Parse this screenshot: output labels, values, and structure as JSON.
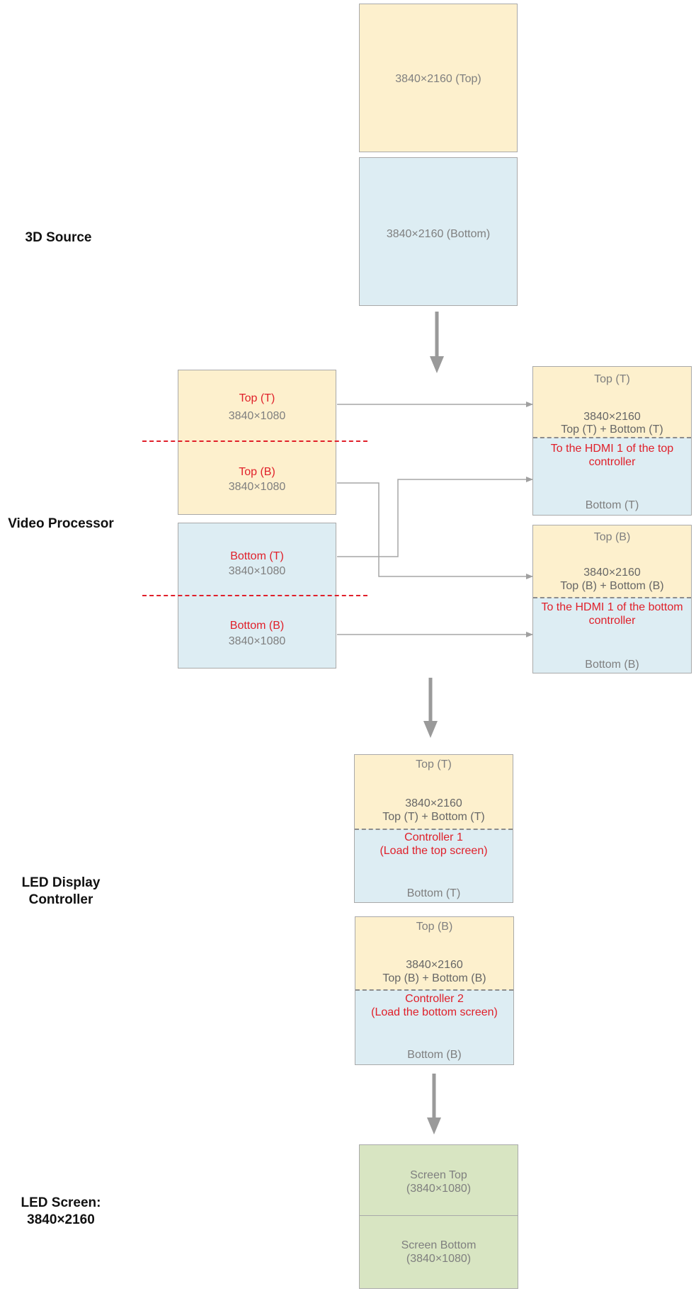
{
  "colors": {
    "top_fill": "#fdf0cd",
    "bottom_fill": "#ddedf3",
    "screen_fill": "#d8e5c2",
    "label_red": "#e0202a",
    "text_grey": "#7f7f7f",
    "border": "#a9a9a9",
    "arrow": "#9a9a9a"
  },
  "stages": {
    "source": "3D Source",
    "processor": "Video Processor",
    "controller": "LED Display Controller",
    "screen_line1": "LED Screen:",
    "screen_line2": "3840×2160"
  },
  "source": {
    "top": "3840×2160 (Top)",
    "bottom": "3840×2160 (Bottom)"
  },
  "processor_inputs": {
    "top_t_label": "Top (T)",
    "top_t_res": "3840×1080",
    "top_b_label": "Top (B)",
    "top_b_res": "3840×1080",
    "bottom_t_label": "Bottom (T)",
    "bottom_t_res": "3840×1080",
    "bottom_b_label": "Bottom (B)",
    "bottom_b_res": "3840×1080"
  },
  "processor_outputs": {
    "out1": {
      "top": "Top (T)",
      "res": "3840×2160",
      "combo": "Top (T) + Bottom (T)",
      "dest": "To the HDMI 1 of the top controller",
      "bottom": "Bottom (T)"
    },
    "out2": {
      "top": "Top (B)",
      "res": "3840×2160",
      "combo": "Top (B) + Bottom (B)",
      "dest": "To the HDMI 1 of the bottom controller",
      "bottom": "Bottom (B)"
    }
  },
  "controllers": {
    "c1": {
      "top": "Top (T)",
      "res": "3840×2160",
      "combo": "Top (T) + Bottom (T)",
      "name": "Controller 1",
      "desc": "(Load the top screen)",
      "bottom": "Bottom (T)"
    },
    "c2": {
      "top": "Top (B)",
      "res": "3840×2160",
      "combo": "Top (B) + Bottom (B)",
      "name": "Controller 2",
      "desc": "(Load the bottom screen)",
      "bottom": "Bottom (B)"
    }
  },
  "screen": {
    "top_name": "Screen Top",
    "top_res": "(3840×1080)",
    "bottom_name": "Screen Bottom",
    "bottom_res": "(3840×1080)"
  }
}
